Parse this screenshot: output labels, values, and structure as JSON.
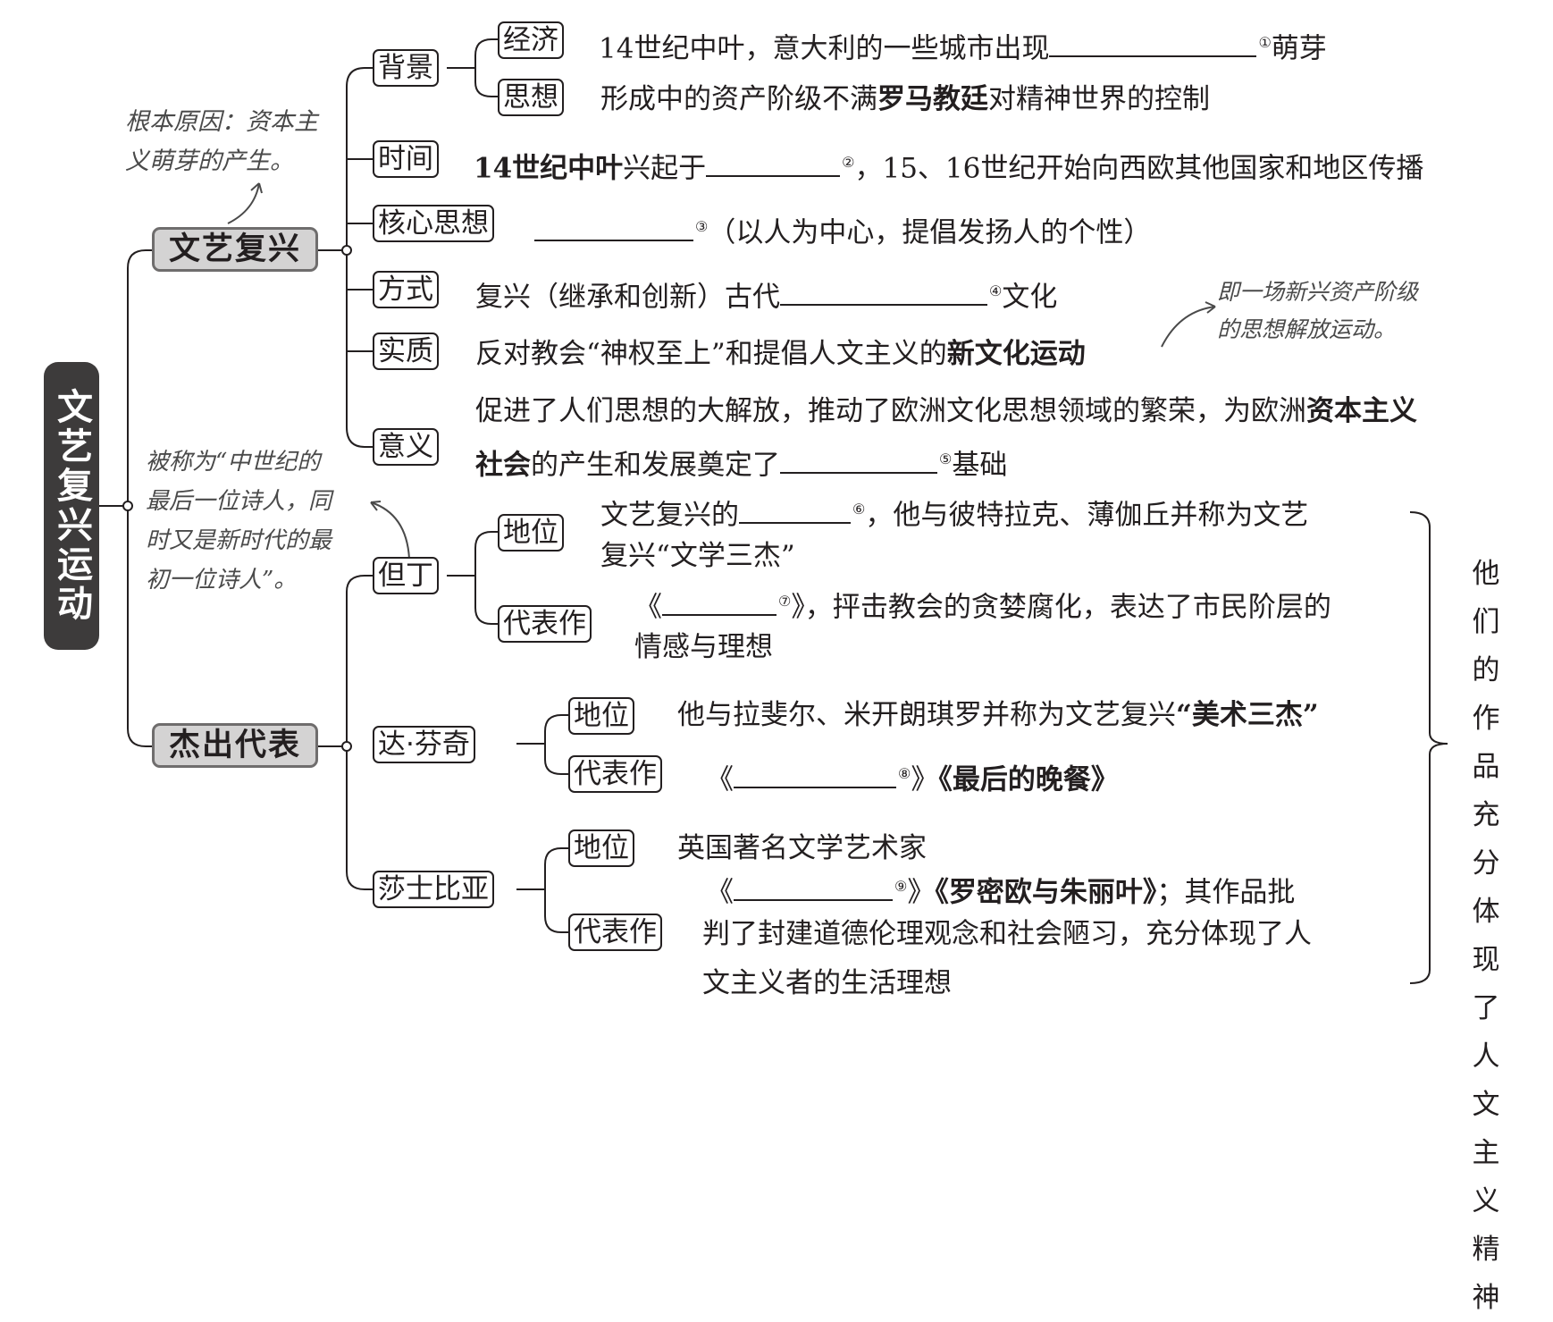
{
  "root_title": "文艺复兴运动",
  "renaissance": {
    "title": "文艺复兴",
    "background": {
      "label": "背景",
      "economy": {
        "label": "经济",
        "text_before": "14世纪中叶，意大利的一些城市出现",
        "blank_num": "①",
        "text_after": "萌芽"
      },
      "thought": {
        "label": "思想",
        "text_before": "形成中的资产阶级不满",
        "bold": "罗马教廷",
        "text_after": "对精神世界的控制"
      }
    },
    "time": {
      "label": "时间",
      "bold": "14世纪中叶",
      "text_before": "兴起于",
      "blank_num": "②",
      "text_after": "，15、16世纪开始向西欧其他国家和地区传播"
    },
    "core": {
      "label": "核心思想",
      "blank_num": "③",
      "text_after": "（以人为中心，提倡发扬人的个性）"
    },
    "method": {
      "label": "方式",
      "text_before": "复兴（继承和创新）古代",
      "blank_num": "④",
      "text_after": "文化"
    },
    "essence": {
      "label": "实质",
      "text_before": "反对教会“神权至上”和提倡人文主义的",
      "bold": "新文化运动"
    },
    "significance": {
      "label": "意义",
      "line1_before": "促进了人们思想的大解放，推动了欧洲文化思想领域的繁荣，为欧洲",
      "line1_bold": "资本主义",
      "line2_bold": "社会",
      "line2_before": "的产生和发展奠定了",
      "blank_num": "⑤",
      "line2_after": "基础"
    }
  },
  "representatives": {
    "title": "杰出代表",
    "dante": {
      "label": "但丁",
      "status_label": "地位",
      "status_before": "文艺复兴的",
      "status_blank_num": "⑥",
      "status_after": "，他与彼特拉克、薄伽丘并称为文艺",
      "status_line2": "复兴“文学三杰”",
      "works_label": "代表作",
      "works_open": "《",
      "works_blank_num": "⑦",
      "works_after": "》，抨击教会的贪婪腐化，表达了市民阶层的",
      "works_line2": "情感与理想"
    },
    "davinci": {
      "label": "达·芬奇",
      "status_label": "地位",
      "status_text": "他与拉斐尔、米开朗琪罗并称为文艺复兴",
      "status_bold": "“美术三杰”",
      "works_label": "代表作",
      "works_open": "《",
      "works_blank_num": "⑧",
      "works_close": "》",
      "works_bold": "《最后的晚餐》"
    },
    "shakespeare": {
      "label": "莎士比亚",
      "status_label": "地位",
      "status_text": "英国著名文学艺术家",
      "works_label": "代表作",
      "works_open": "《",
      "works_blank_num": "⑨",
      "works_close": "》",
      "works_bold": "《罗密欧与朱丽叶》",
      "works_after": "；其作品批",
      "works_line2": "判了封建道德伦理观念和社会陋习，充分体现了人",
      "works_line3": "文主义者的生活理想"
    }
  },
  "side_note": "他们的作品充分体现了人文主义精神",
  "annotations": {
    "root_cause": "根本原因：资本主\n义萌芽的产生。",
    "essence_note": "即一场新兴资产阶级\n的思想解放运动。",
    "dante_note": "被称为“中世纪的\n最后一位诗人，同\n时又是新时代的最\n初一位诗人”。"
  },
  "colors": {
    "ink": "#231f20",
    "main_box_fill": "#d4d3d3",
    "root_fill": "#3d3b3b",
    "handwriting": "#4a4a4a"
  }
}
